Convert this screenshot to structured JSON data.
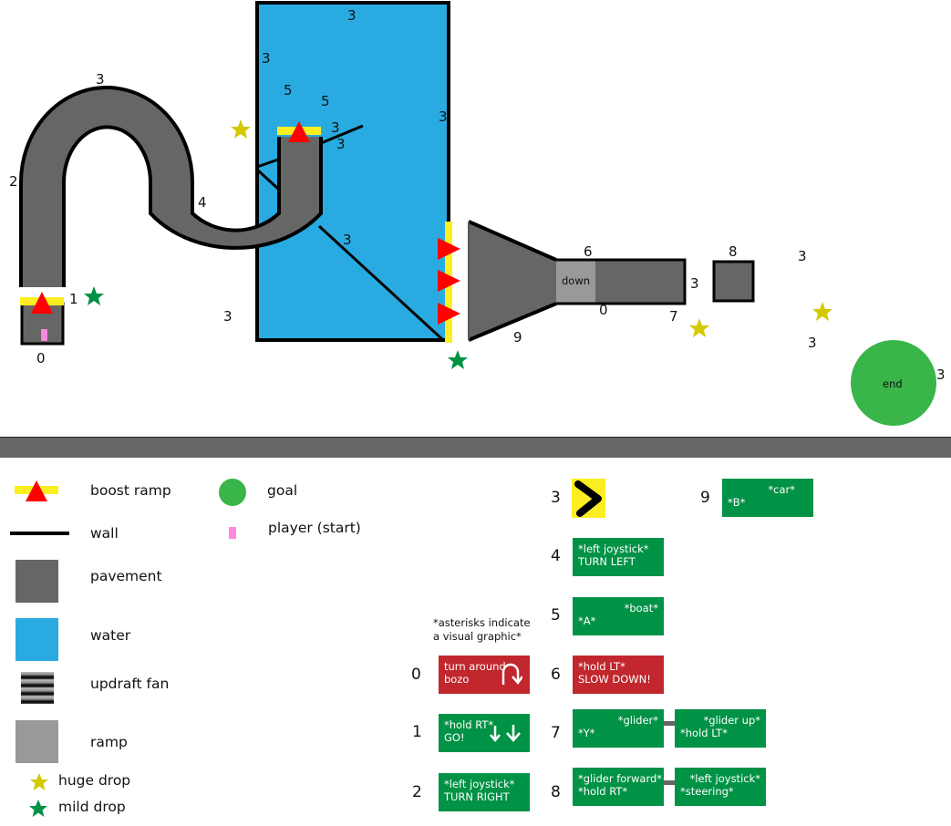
{
  "map": {
    "labels": {
      "start_box": "0",
      "boost_1": "1",
      "s_left": "2",
      "s_top": "3",
      "s_mid": "4",
      "s_bottom": "3",
      "water_top": "3",
      "water_left": "3",
      "water_5a": "5",
      "water_5b": "5",
      "water_3a": "3",
      "water_3b": "3",
      "water_right": "3",
      "water_diag": "3",
      "funnel_top": "6",
      "funnel_bottom": "9",
      "strip_under": "0",
      "strip_end": "7",
      "strip_right": "3",
      "small_box": "8",
      "far_top": "3",
      "far_mid": "3",
      "goal_side": "3"
    },
    "ramp_text": "down",
    "goal_text": "end"
  },
  "legend": {
    "items": [
      {
        "label": "boost ramp",
        "icon": "boost-ramp-icon"
      },
      {
        "label": "wall",
        "icon": "wall-icon"
      },
      {
        "label": "pavement",
        "icon": "pavement-swatch"
      },
      {
        "label": "water",
        "icon": "water-swatch"
      },
      {
        "label": "updraft fan",
        "icon": "updraft-fan-icon"
      },
      {
        "label": "ramp",
        "icon": "ramp-swatch"
      },
      {
        "label": "huge drop",
        "icon": "yellow-star-icon"
      },
      {
        "label": "mild drop",
        "icon": "green-star-icon"
      },
      {
        "label": "goal",
        "icon": "goal-circle-icon"
      },
      {
        "label": "player (start)",
        "icon": "player-icon"
      }
    ],
    "colors": {
      "pavement": "#666666",
      "water": "#29abe2",
      "ramp": "#999999",
      "boost_yellow": "#fcee21",
      "boost_red": "#ff0000",
      "goal": "#39b54a",
      "player": "#ff88dd",
      "huge_drop": "#d4c800",
      "mild_drop": "#009245"
    }
  },
  "signs": {
    "note": "*asterisks indicate a visual graphic*",
    "items": [
      {
        "num": "0",
        "color": "red",
        "line1": "turn around",
        "line2": "bozo",
        "icon": "u-turn-arrow-icon"
      },
      {
        "num": "1",
        "color": "green",
        "line1": "*hold RT*",
        "line2": "GO!",
        "icon": "down-arrows-icon"
      },
      {
        "num": "2",
        "color": "green",
        "line1": "*left joystick*",
        "line2": "TURN RIGHT"
      },
      {
        "num": "3",
        "icon": "chevron-right-sign-icon"
      },
      {
        "num": "4",
        "color": "green",
        "line1": "*left joystick*",
        "line2": "TURN LEFT"
      },
      {
        "num": "5",
        "color": "green",
        "line1": "*boat*",
        "line2": "*A*"
      },
      {
        "num": "6",
        "color": "red",
        "line1": "*hold LT*",
        "line2": "SLOW DOWN!"
      },
      {
        "num": "7",
        "color": "green",
        "line1": "*glider*",
        "line2": "*Y*",
        "next": {
          "line1": "*glider up*",
          "line2": "*hold LT*"
        }
      },
      {
        "num": "8",
        "color": "green",
        "line1": "*glider forward*",
        "line2": "*hold RT*",
        "next": {
          "line1": "*left joystick*",
          "line2": "*steering*"
        }
      },
      {
        "num": "9",
        "color": "green",
        "line1": "*car*",
        "line2": "*B*"
      }
    ]
  }
}
